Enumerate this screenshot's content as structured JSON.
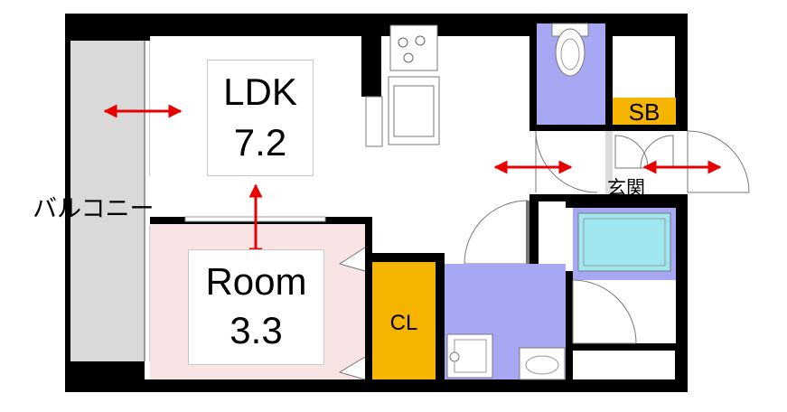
{
  "rooms": {
    "ldk": {
      "name": "LDK",
      "size": "7.2"
    },
    "room": {
      "name": "Room",
      "size": "3.3"
    },
    "closet": "CL",
    "shoe_box": "SB",
    "entrance": "玄関",
    "balcony": "バルコニー"
  },
  "colors": {
    "wall": "#000000",
    "room_fill": "#f8e4e4",
    "closet_fill": "#f5b400",
    "bath_fill": "#a7a8f4",
    "tub_fill": "#9fe7ef",
    "balcony_fill": "#d9d9d9",
    "arrow": "#e60000",
    "shoe_box_fill": "#f5b400"
  }
}
